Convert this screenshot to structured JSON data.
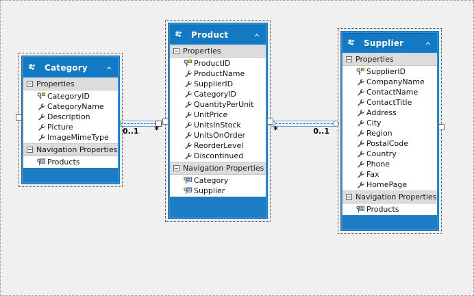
{
  "canvas": {
    "background_color": "#f0f0f0",
    "accent_color": "#1c7cc4",
    "header_color": "#1279c4",
    "compartment_header_color": "#dcdcdc",
    "border_color": "#1b74b8"
  },
  "entities": [
    {
      "name": "Category",
      "icon": "entity-icon",
      "collapse_icon": "chevron-up-icon",
      "compartments": [
        {
          "title": "Properties",
          "expander": "collapse-expander-icon",
          "rows": [
            {
              "label": "CategoryID",
              "icon": "key-icon"
            },
            {
              "label": "CategoryName",
              "icon": "scalar-property-icon"
            },
            {
              "label": "Description",
              "icon": "scalar-property-icon"
            },
            {
              "label": "Picture",
              "icon": "scalar-property-icon"
            },
            {
              "label": "ImageMimeType",
              "icon": "scalar-property-icon"
            }
          ]
        },
        {
          "title": "Navigation Properties",
          "expander": "collapse-expander-icon",
          "rows": [
            {
              "label": "Products",
              "icon": "navigation-property-icon"
            }
          ]
        }
      ]
    },
    {
      "name": "Product",
      "icon": "entity-icon",
      "collapse_icon": "chevron-up-icon",
      "compartments": [
        {
          "title": "Properties",
          "expander": "collapse-expander-icon",
          "rows": [
            {
              "label": "ProductID",
              "icon": "key-icon"
            },
            {
              "label": "ProductName",
              "icon": "scalar-property-icon"
            },
            {
              "label": "SupplierID",
              "icon": "scalar-property-icon"
            },
            {
              "label": "CategoryID",
              "icon": "scalar-property-icon"
            },
            {
              "label": "QuantityPerUnit",
              "icon": "scalar-property-icon"
            },
            {
              "label": "UnitPrice",
              "icon": "scalar-property-icon"
            },
            {
              "label": "UnitsInStock",
              "icon": "scalar-property-icon"
            },
            {
              "label": "UnitsOnOrder",
              "icon": "scalar-property-icon"
            },
            {
              "label": "ReorderLevel",
              "icon": "scalar-property-icon"
            },
            {
              "label": "Discontinued",
              "icon": "scalar-property-icon"
            }
          ]
        },
        {
          "title": "Navigation Properties",
          "expander": "collapse-expander-icon",
          "rows": [
            {
              "label": "Category",
              "icon": "navigation-property-icon"
            },
            {
              "label": "Supplier",
              "icon": "navigation-property-icon"
            }
          ]
        }
      ]
    },
    {
      "name": "Supplier",
      "icon": "entity-icon",
      "collapse_icon": "chevron-up-icon",
      "compartments": [
        {
          "title": "Properties",
          "expander": "collapse-expander-icon",
          "rows": [
            {
              "label": "SupplierID",
              "icon": "key-icon"
            },
            {
              "label": "CompanyName",
              "icon": "scalar-property-icon"
            },
            {
              "label": "ContactName",
              "icon": "scalar-property-icon"
            },
            {
              "label": "ContactTitle",
              "icon": "scalar-property-icon"
            },
            {
              "label": "Address",
              "icon": "scalar-property-icon"
            },
            {
              "label": "City",
              "icon": "scalar-property-icon"
            },
            {
              "label": "Region",
              "icon": "scalar-property-icon"
            },
            {
              "label": "PostalCode",
              "icon": "scalar-property-icon"
            },
            {
              "label": "Country",
              "icon": "scalar-property-icon"
            },
            {
              "label": "Phone",
              "icon": "scalar-property-icon"
            },
            {
              "label": "Fax",
              "icon": "scalar-property-icon"
            },
            {
              "label": "HomePage",
              "icon": "scalar-property-icon"
            }
          ]
        },
        {
          "title": "Navigation Properties",
          "expander": "collapse-expander-icon",
          "rows": [
            {
              "label": "Products",
              "icon": "navigation-property-icon"
            }
          ]
        }
      ]
    }
  ],
  "associations": [
    {
      "id": "category-product",
      "source_multiplicity": "0..1",
      "target_multiplicity": "*"
    },
    {
      "id": "supplier-product",
      "source_multiplicity": "*",
      "target_multiplicity": "0..1"
    }
  ]
}
